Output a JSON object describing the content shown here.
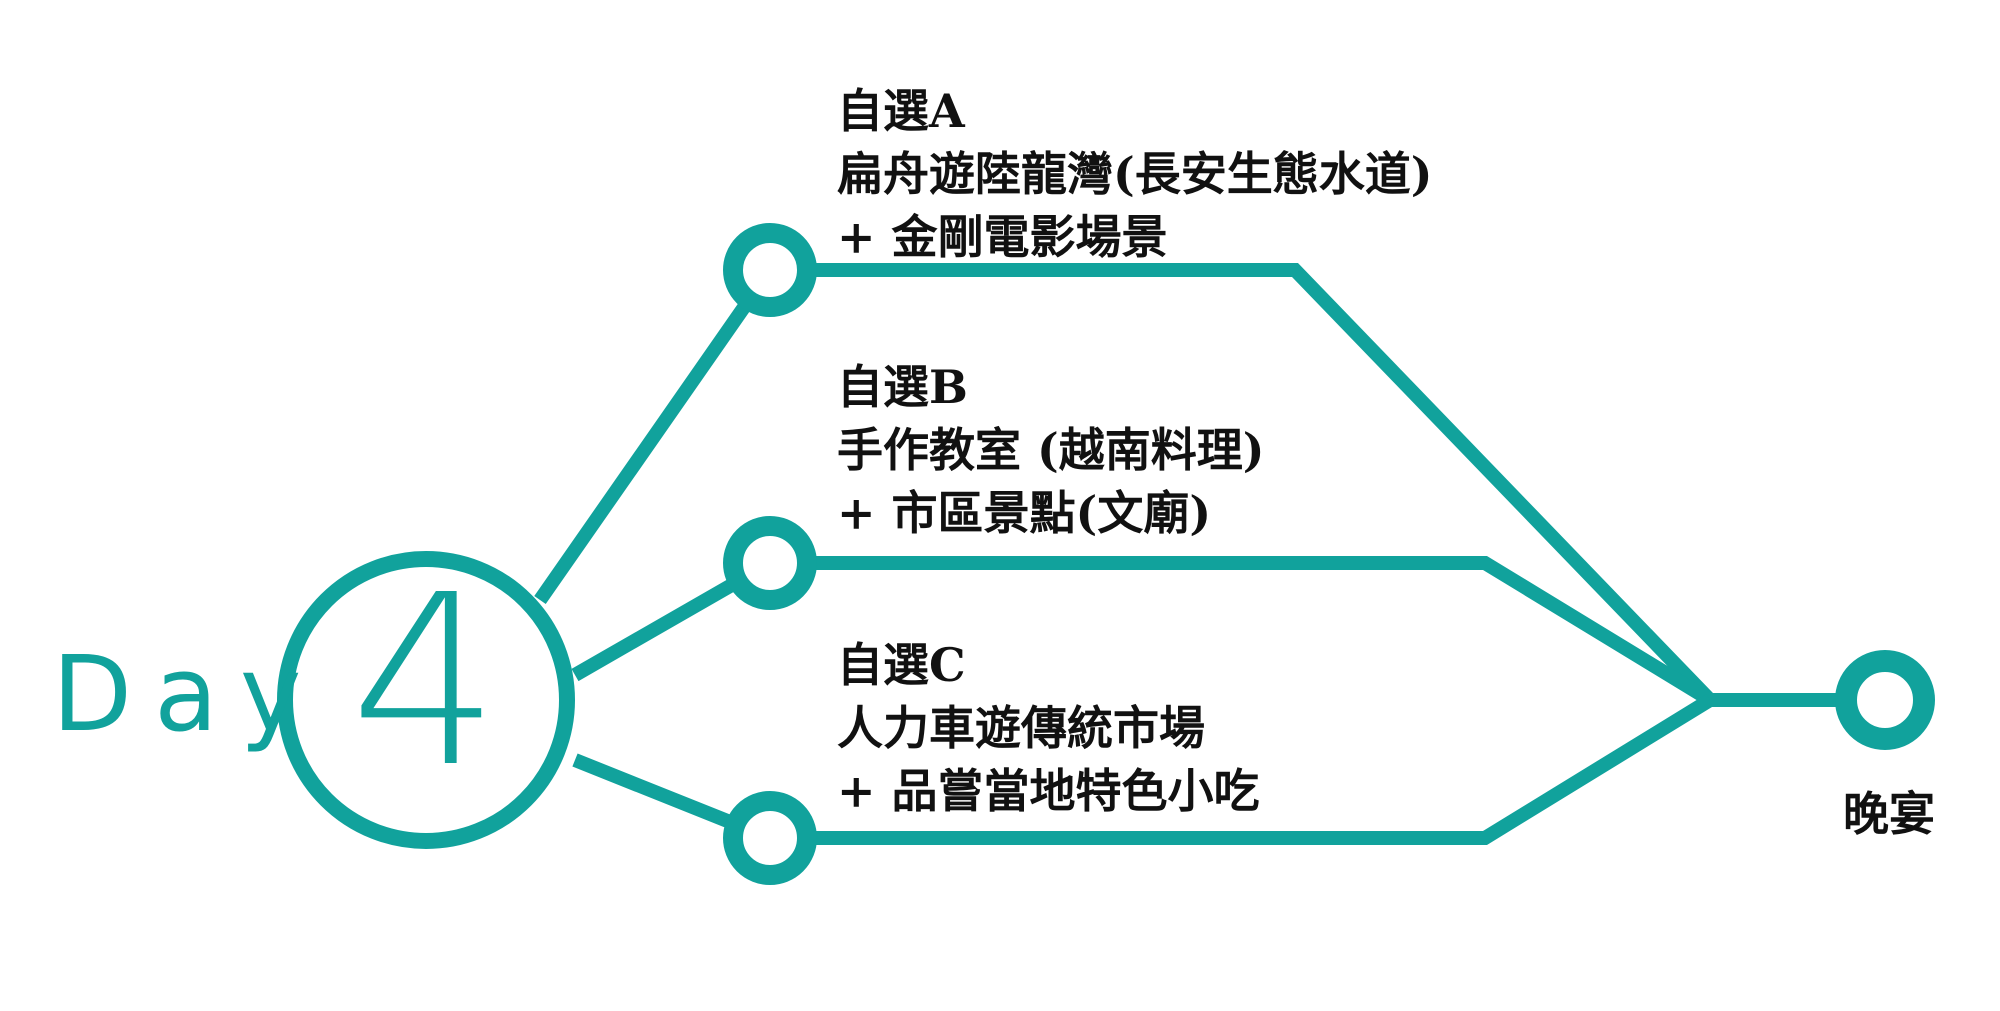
{
  "day": {
    "label": "Day",
    "number": "4"
  },
  "options": [
    {
      "lines": [
        "自選A",
        "扁舟遊陸龍灣(長安生態水道)",
        "+ 金剛電影場景"
      ]
    },
    {
      "lines": [
        "自選B",
        "手作教室 (越南料理)",
        "+ 市區景點(文廟)"
      ]
    },
    {
      "lines": [
        "自選C",
        "人力車遊傳統市場",
        "+ 品嘗當地特色小吃"
      ]
    }
  ],
  "end": {
    "label": "晚宴"
  },
  "colors": {
    "accent": "#11a29c",
    "text": "#111111",
    "background": "#ffffff"
  }
}
